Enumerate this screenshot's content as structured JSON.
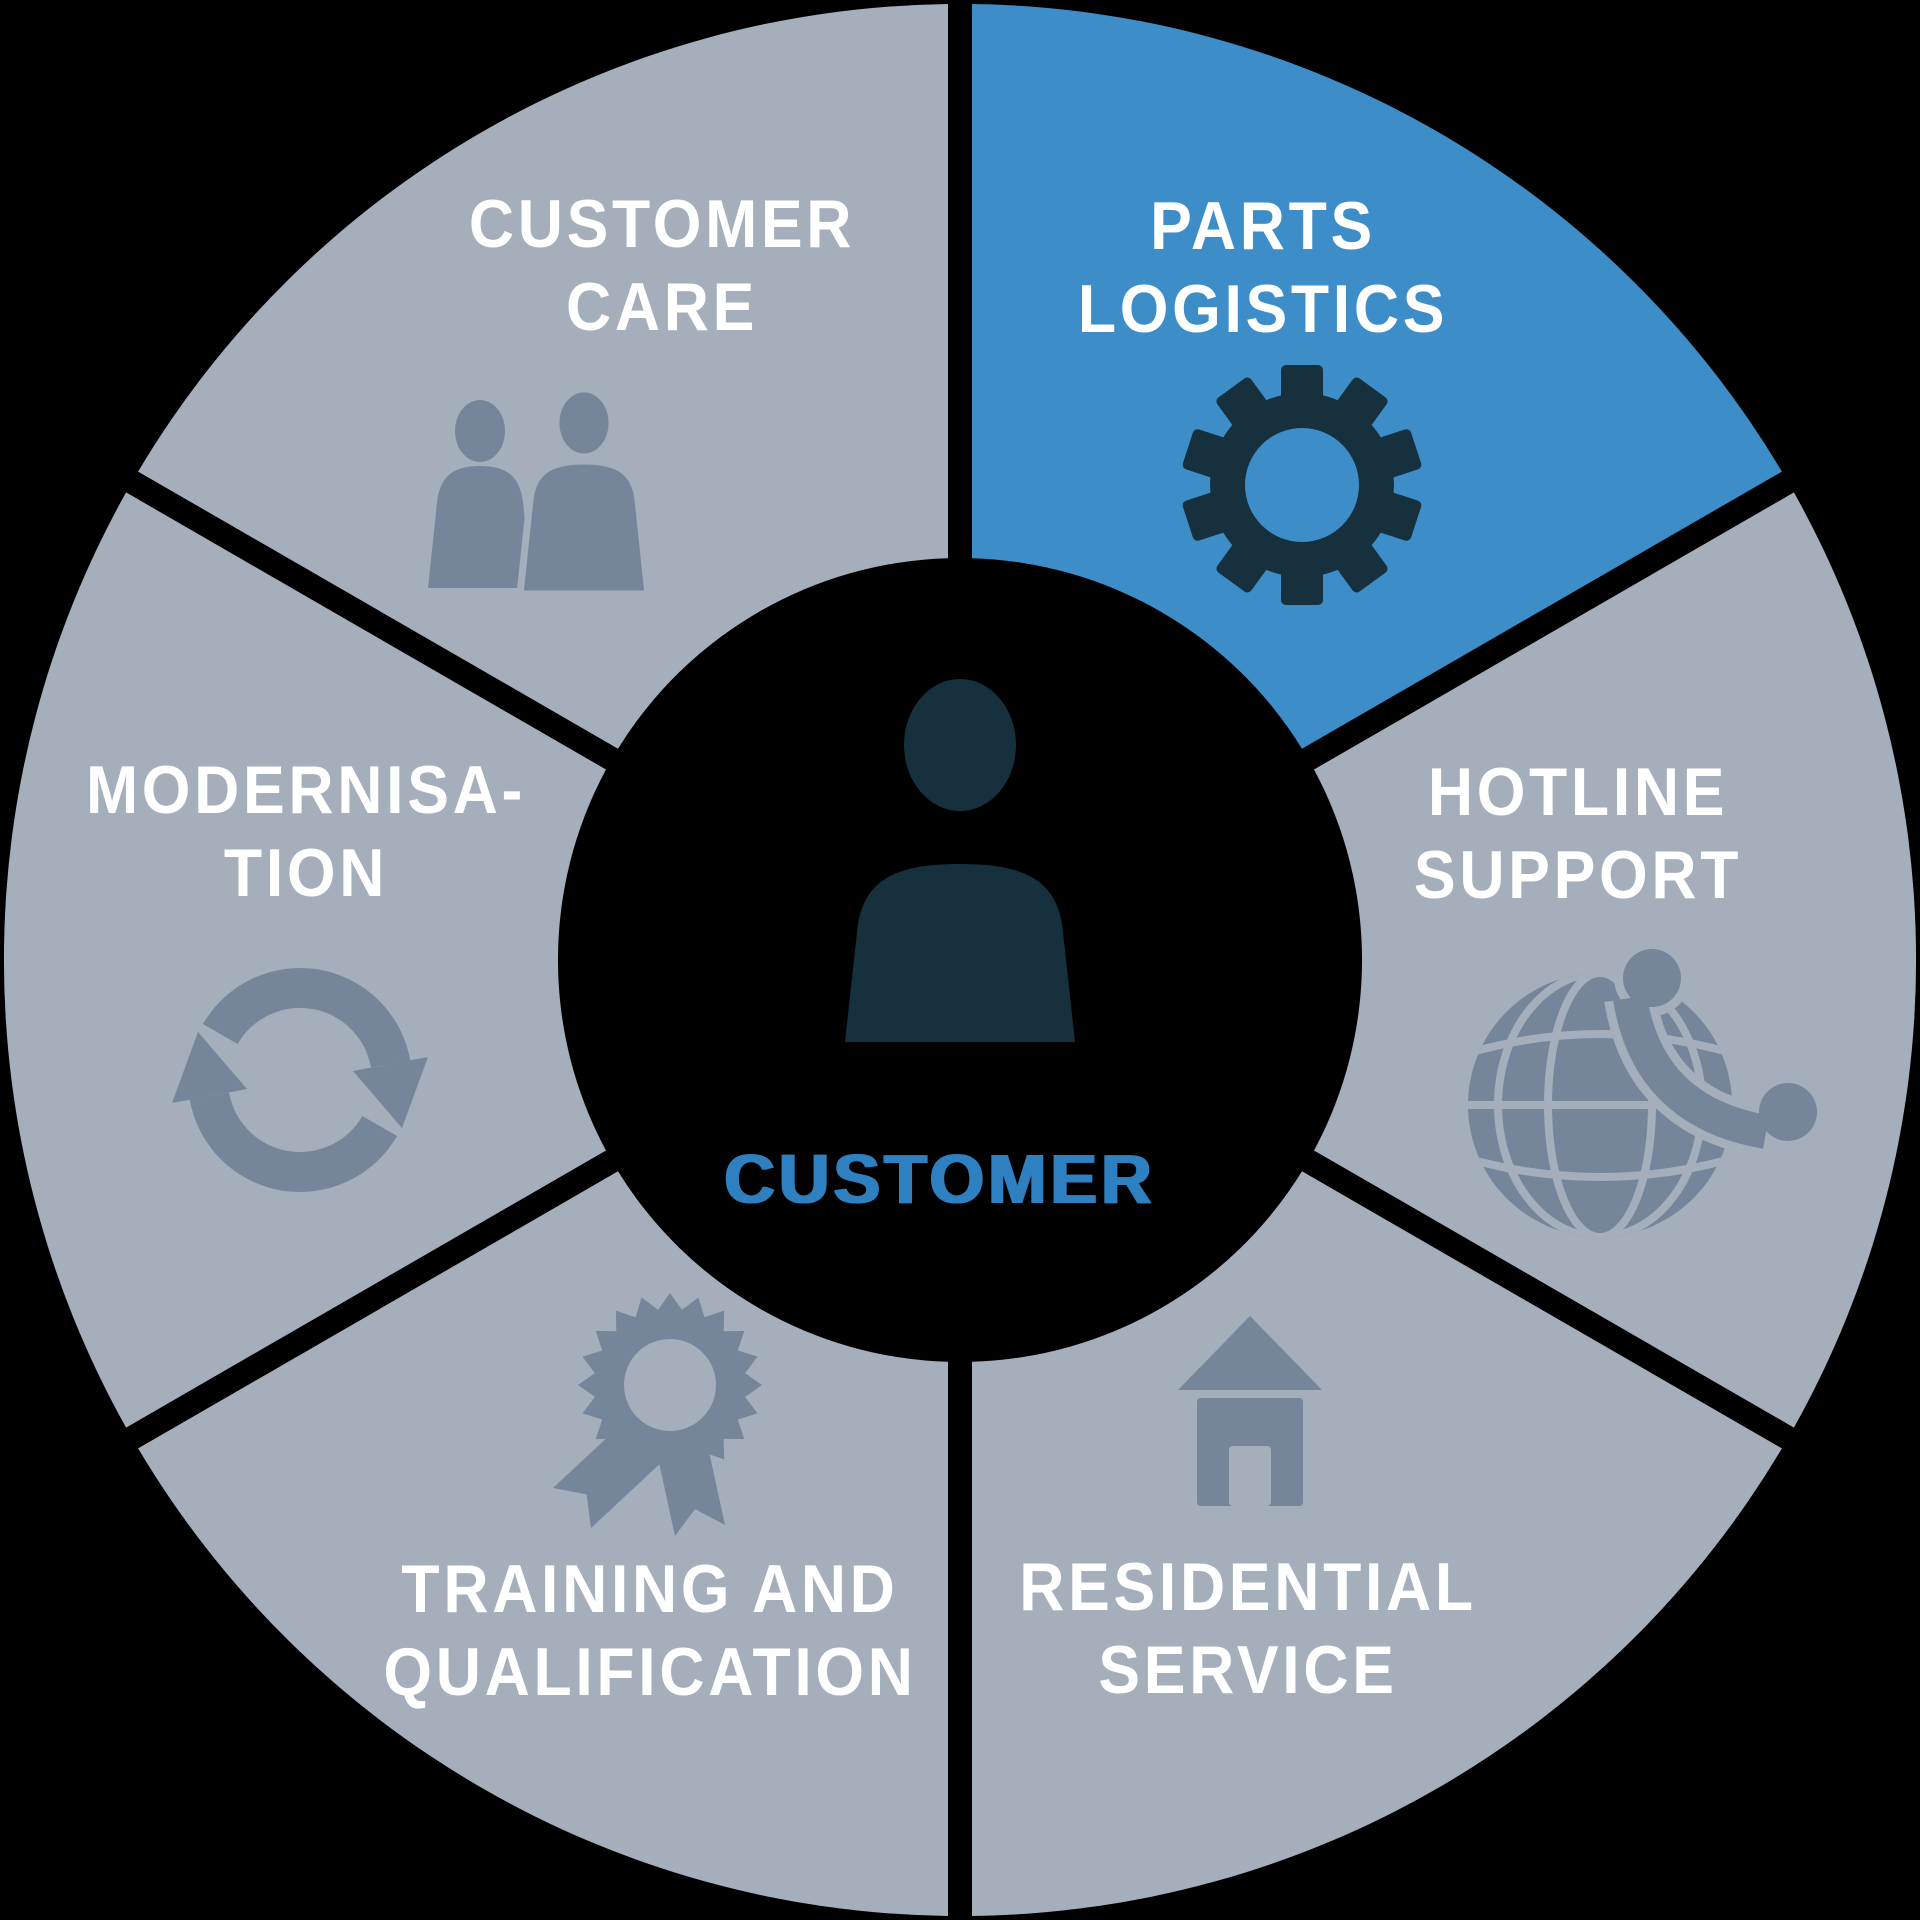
{
  "diagram": {
    "type": "circular-service-wheel",
    "center": {
      "label": "CUSTOMER",
      "icon": "person-icon",
      "label_color": "#2E80C0",
      "icon_color": "#16303E",
      "background": "#000000"
    },
    "segments": [
      {
        "id": "customer-care",
        "label_lines": [
          "CUSTOMER",
          "CARE"
        ],
        "icon": "people-icon",
        "highlighted": false,
        "fill": "#A5AEBB"
      },
      {
        "id": "parts-logistics",
        "label_lines": [
          "PARTS",
          "LOGISTICS"
        ],
        "icon": "gear-icon",
        "highlighted": true,
        "fill": "#3D8DC8"
      },
      {
        "id": "hotline-support",
        "label_lines": [
          "HOTLINE",
          "SUPPORT"
        ],
        "icon": "globe-phone-icon",
        "highlighted": false,
        "fill": "#A5AEBB"
      },
      {
        "id": "residential-service",
        "label_lines": [
          "RESIDENTIAL",
          "SERVICE"
        ],
        "icon": "house-icon",
        "highlighted": false,
        "fill": "#A5AEBB"
      },
      {
        "id": "training-and-qualification",
        "label_lines": [
          "TRAINING AND",
          "QUALIFICATION"
        ],
        "icon": "award-icon",
        "highlighted": false,
        "fill": "#A5AEBB"
      },
      {
        "id": "modernisation",
        "label_lines": [
          "MODERNISA-",
          "TION"
        ],
        "icon": "cycle-arrows-icon",
        "highlighted": false,
        "fill": "#A5AEBB"
      }
    ],
    "colors": {
      "background": "#000000",
      "segment_gray": "#A5AEBB",
      "segment_blue": "#3D8DC8",
      "segment_icon_gray": "#75869A",
      "dark_navy_icon": "#16303E",
      "label_white": "#FFFFFF",
      "center_label_blue": "#2E80C0"
    }
  }
}
